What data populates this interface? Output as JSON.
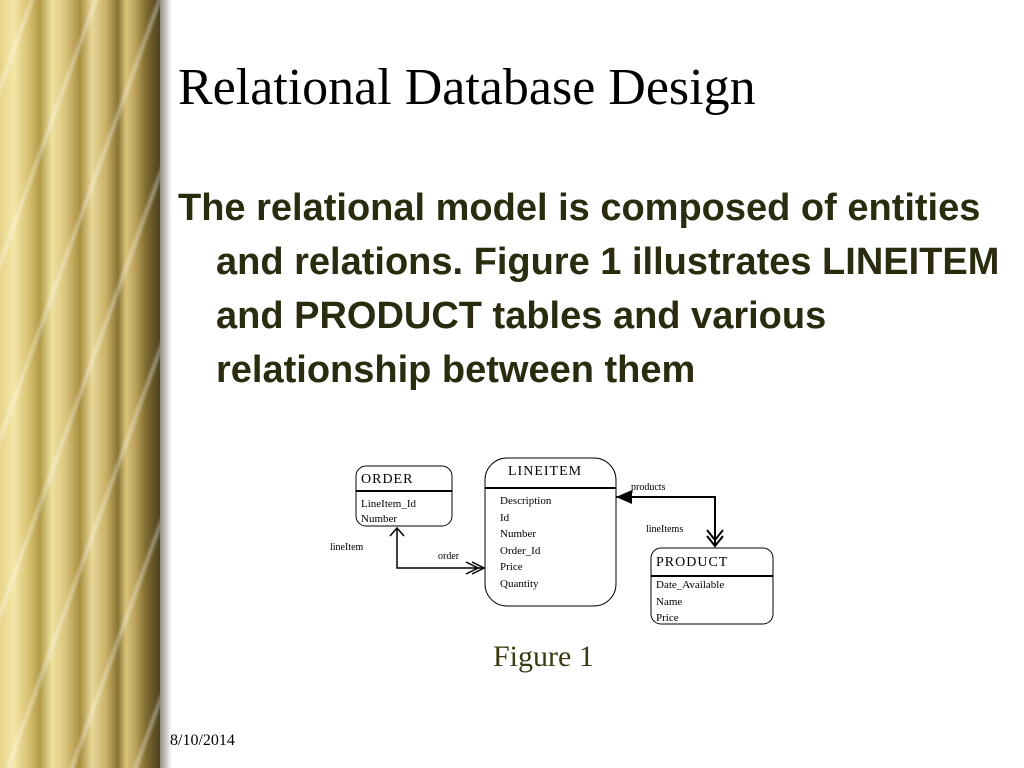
{
  "slide": {
    "title": "Relational Database Design",
    "body": "The relational model is composed of entities and relations. Figure 1 illustrates LINEITEM and PRODUCT tables and various relationship between them",
    "caption": "Figure 1",
    "date": "8/10/2014"
  },
  "diagram": {
    "entities": {
      "order": {
        "name": "ORDER",
        "attributes": [
          "LineItem_Id",
          "Number"
        ]
      },
      "lineitem": {
        "name": "LINEITEM",
        "attributes": [
          "Description",
          "Id",
          "Number",
          "Order_Id",
          "Price",
          "Quantity"
        ]
      },
      "product": {
        "name": "PRODUCT",
        "attributes": [
          "Date_Available",
          "Name",
          "Price"
        ]
      }
    },
    "relationships": {
      "lineitem_rel": "lineItem",
      "order_rel": "order",
      "products_rel": "products",
      "lineitems_rel": "lineItems"
    }
  }
}
